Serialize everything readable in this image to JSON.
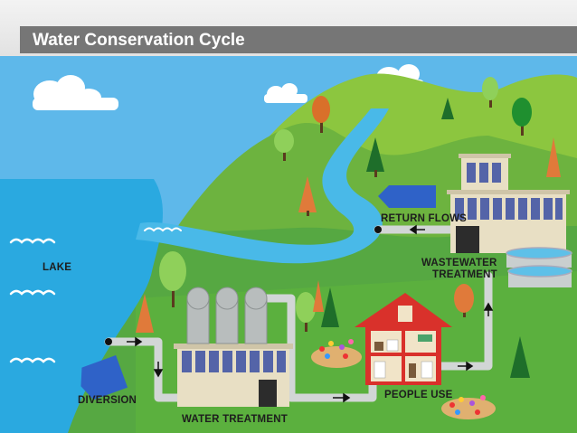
{
  "slide": {
    "title": "Water Conservation Cycle"
  },
  "labels": {
    "lake": "LAKE",
    "return_flows": "RETURN FLOWS",
    "wastewater_line1": "WASTEWATER",
    "wastewater_line2": "TREATMENT",
    "diversion": "DIVERSION",
    "water_treatment": "WATER TREATMENT",
    "people_use": "PEOPLE USE"
  },
  "colors": {
    "sky": "#5eb8ea",
    "lake": "#2aa9e0",
    "river": "#49b9e8",
    "grass": "#56a842",
    "hill_light": "#8cc63f",
    "hill_dark": "#6db33f",
    "pipe": "#d2d6d6",
    "building": "#e8dfc4",
    "windows": "#5464a8",
    "house": "#d9312b",
    "arrow_blue": "#2f62c8"
  }
}
